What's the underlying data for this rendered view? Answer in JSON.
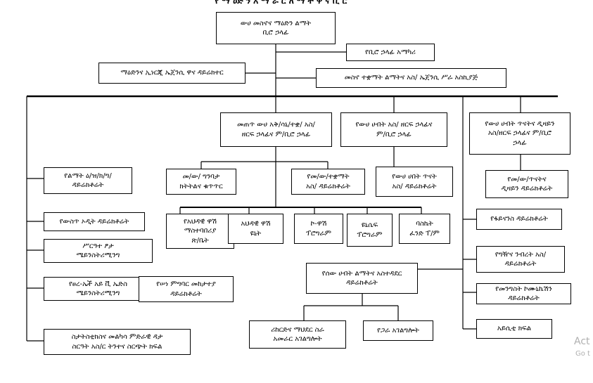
{
  "title_fragment": "የ ማ ዕድ ን አ ማ ራ ር ለ ማ ት ዋ ና ቢ ሮ",
  "boxes": {
    "head": "ውሀ መስኖና ማዕድን ልማት\nቢሮ ኃላፊ",
    "advisor": "የቢሮ ኃላፊ አማካሪ",
    "mining_agency": "ማዕድንና ኢነርጂ ኤጀንሲ ዋና ዳይሬክተር",
    "irrigation_agency": "መስኖ ተቋማት ልማትና አስ/ ኤጀንሲ ሥራ አስኪያጅ",
    "dept_a": "መጠጥ ውሀ አቅ/ሳኒ/ተቋ/ አስ/\nዘርፍ ኃላፊና ም/ቢሮ ኃላፊ",
    "dept_b": "የውሀ ሀብት አስ/ ዘርፍ ኃላፊና\nም/ቢሮ ኃላፊ",
    "dept_c": "የውሀ ሀብት ጥናትና ዲዛይን\nአስ/ዘርፍ ኃላፊና ም/ቢሮ\nኃላፊ",
    "left_1": "የልማት ዕ/ዝ/ክ/ግ/\nዳይሬክቶሬት",
    "left_2": "የውስጥ ኦዲት ዳይሬክቶሬት",
    "left_3": "ሥርዓተ ፆታ\nሜይንስትሪሚንግ",
    "left_4": "የፀረ-ኤች አይ ቪ ኤድስ\nሜይንስትሪሚንግ",
    "left_5": "ስታትስቲክስና መልካሳ ምድራዊ ዳታ\nስርዓት አስ/ር ትንተና ስርጭት ክፍል",
    "a_sub1": "መ/ው/ ግንባታ\nክትትልና ቁጥጥር",
    "a_sub2": "የመ/ው/ተቋማት\nአስ/ ዳይሬክቶሬት",
    "b_sub1": "የውሀ ሀበት ጥናት\nአስ/ ዳይሬክቶሬት",
    "c_sub1": "የመ/ው/ጥናትና\nዲዛይን ዳይሬክቶሬት",
    "row_1": "የአህዳዊ ዋሽ\nማስተባበሪያ\nጽ/ቤት",
    "row_2": "አህዳዊ ዋሽ\nዩኒት",
    "row_3": "ኮ-ዋሽ\nፕሮግራም",
    "row_4": "ዩኒሴፍ\nፕሮግራም",
    "row_5": "ባስኬት\nፈንድ ፐ/ም",
    "public_service": "የሠነ ምግባር መከታተያ\nዳይሬክቶሬት",
    "hr": "የሰው ሀብት ልማትና አስተዳደር\nዳይሬክቶሬት",
    "hr_sub1": "ሪከርድና ማህደር ስራ\nአመራር አገልግሎት",
    "hr_sub2": "የጋራ አገልግሎት",
    "right_1": "የፋይናንስ ዳይሬክቶሬት",
    "right_2": "የግዥና ንብረት አስ/\nዳይሬክቶሬት",
    "right_3": "የመንግስት ኮሙኒኬሽን\nዳይሬክቶሬት",
    "right_4": "አይሲቲ ክፍል"
  },
  "watermark": {
    "line1": "Act",
    "line2": "Go t"
  }
}
